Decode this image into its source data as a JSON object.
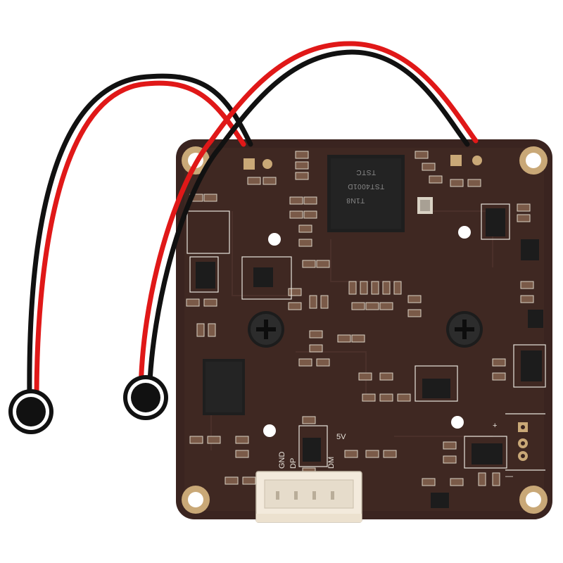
{
  "product": {
    "pin_labels": [
      "GND",
      "DP",
      "DM"
    ],
    "power_label": "5V",
    "polarity_plus": "+",
    "polarity_minus": "—",
    "chip_text_line1": "TSTC",
    "chip_text_line2": "TST4001D",
    "chip_text_line3": "T1N8"
  },
  "colors": {
    "pcb": "#3a2420",
    "pcb_dark": "#2a1814",
    "pad_gold": "#c9a877",
    "wire_red": "#e01818",
    "wire_black": "#111111",
    "connector": "#f3eadc",
    "silkscreen": "#e8e4dc",
    "component": "#6b4a3a"
  }
}
